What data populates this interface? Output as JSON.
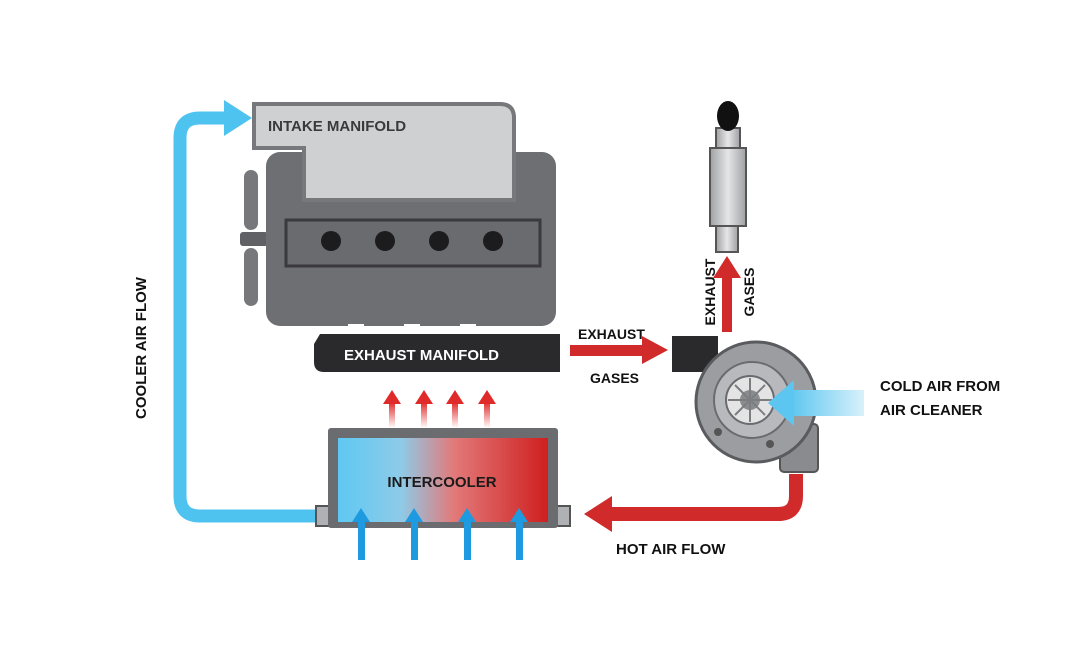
{
  "labels": {
    "intake_manifold": "INTAKE MANIFOLD",
    "exhaust_manifold": "EXHAUST MANIFOLD",
    "exhaust_gases_horizontal": [
      "EXHAUST",
      "GASES"
    ],
    "exhaust_gases_vertical": [
      "EXHAUST",
      "GASES"
    ],
    "cold_air": [
      "COLD AIR FROM",
      "AIR CLEANER"
    ],
    "intercooler": "INTERCOOLER",
    "hot_air_flow": "HOT AIR FLOW",
    "cooler_air_flow": "COOLER AIR FLOW"
  },
  "colors": {
    "cool_air": "#4fc3f0",
    "cool_air_arrow": "#1e9be0",
    "hot_air": "#d12a2a",
    "hot_air_light": "#f06060",
    "engine_dark": "#6b6c70",
    "engine_block": "#808185",
    "intake": "#cfd0d2",
    "manifold": "#2a2a2c"
  }
}
